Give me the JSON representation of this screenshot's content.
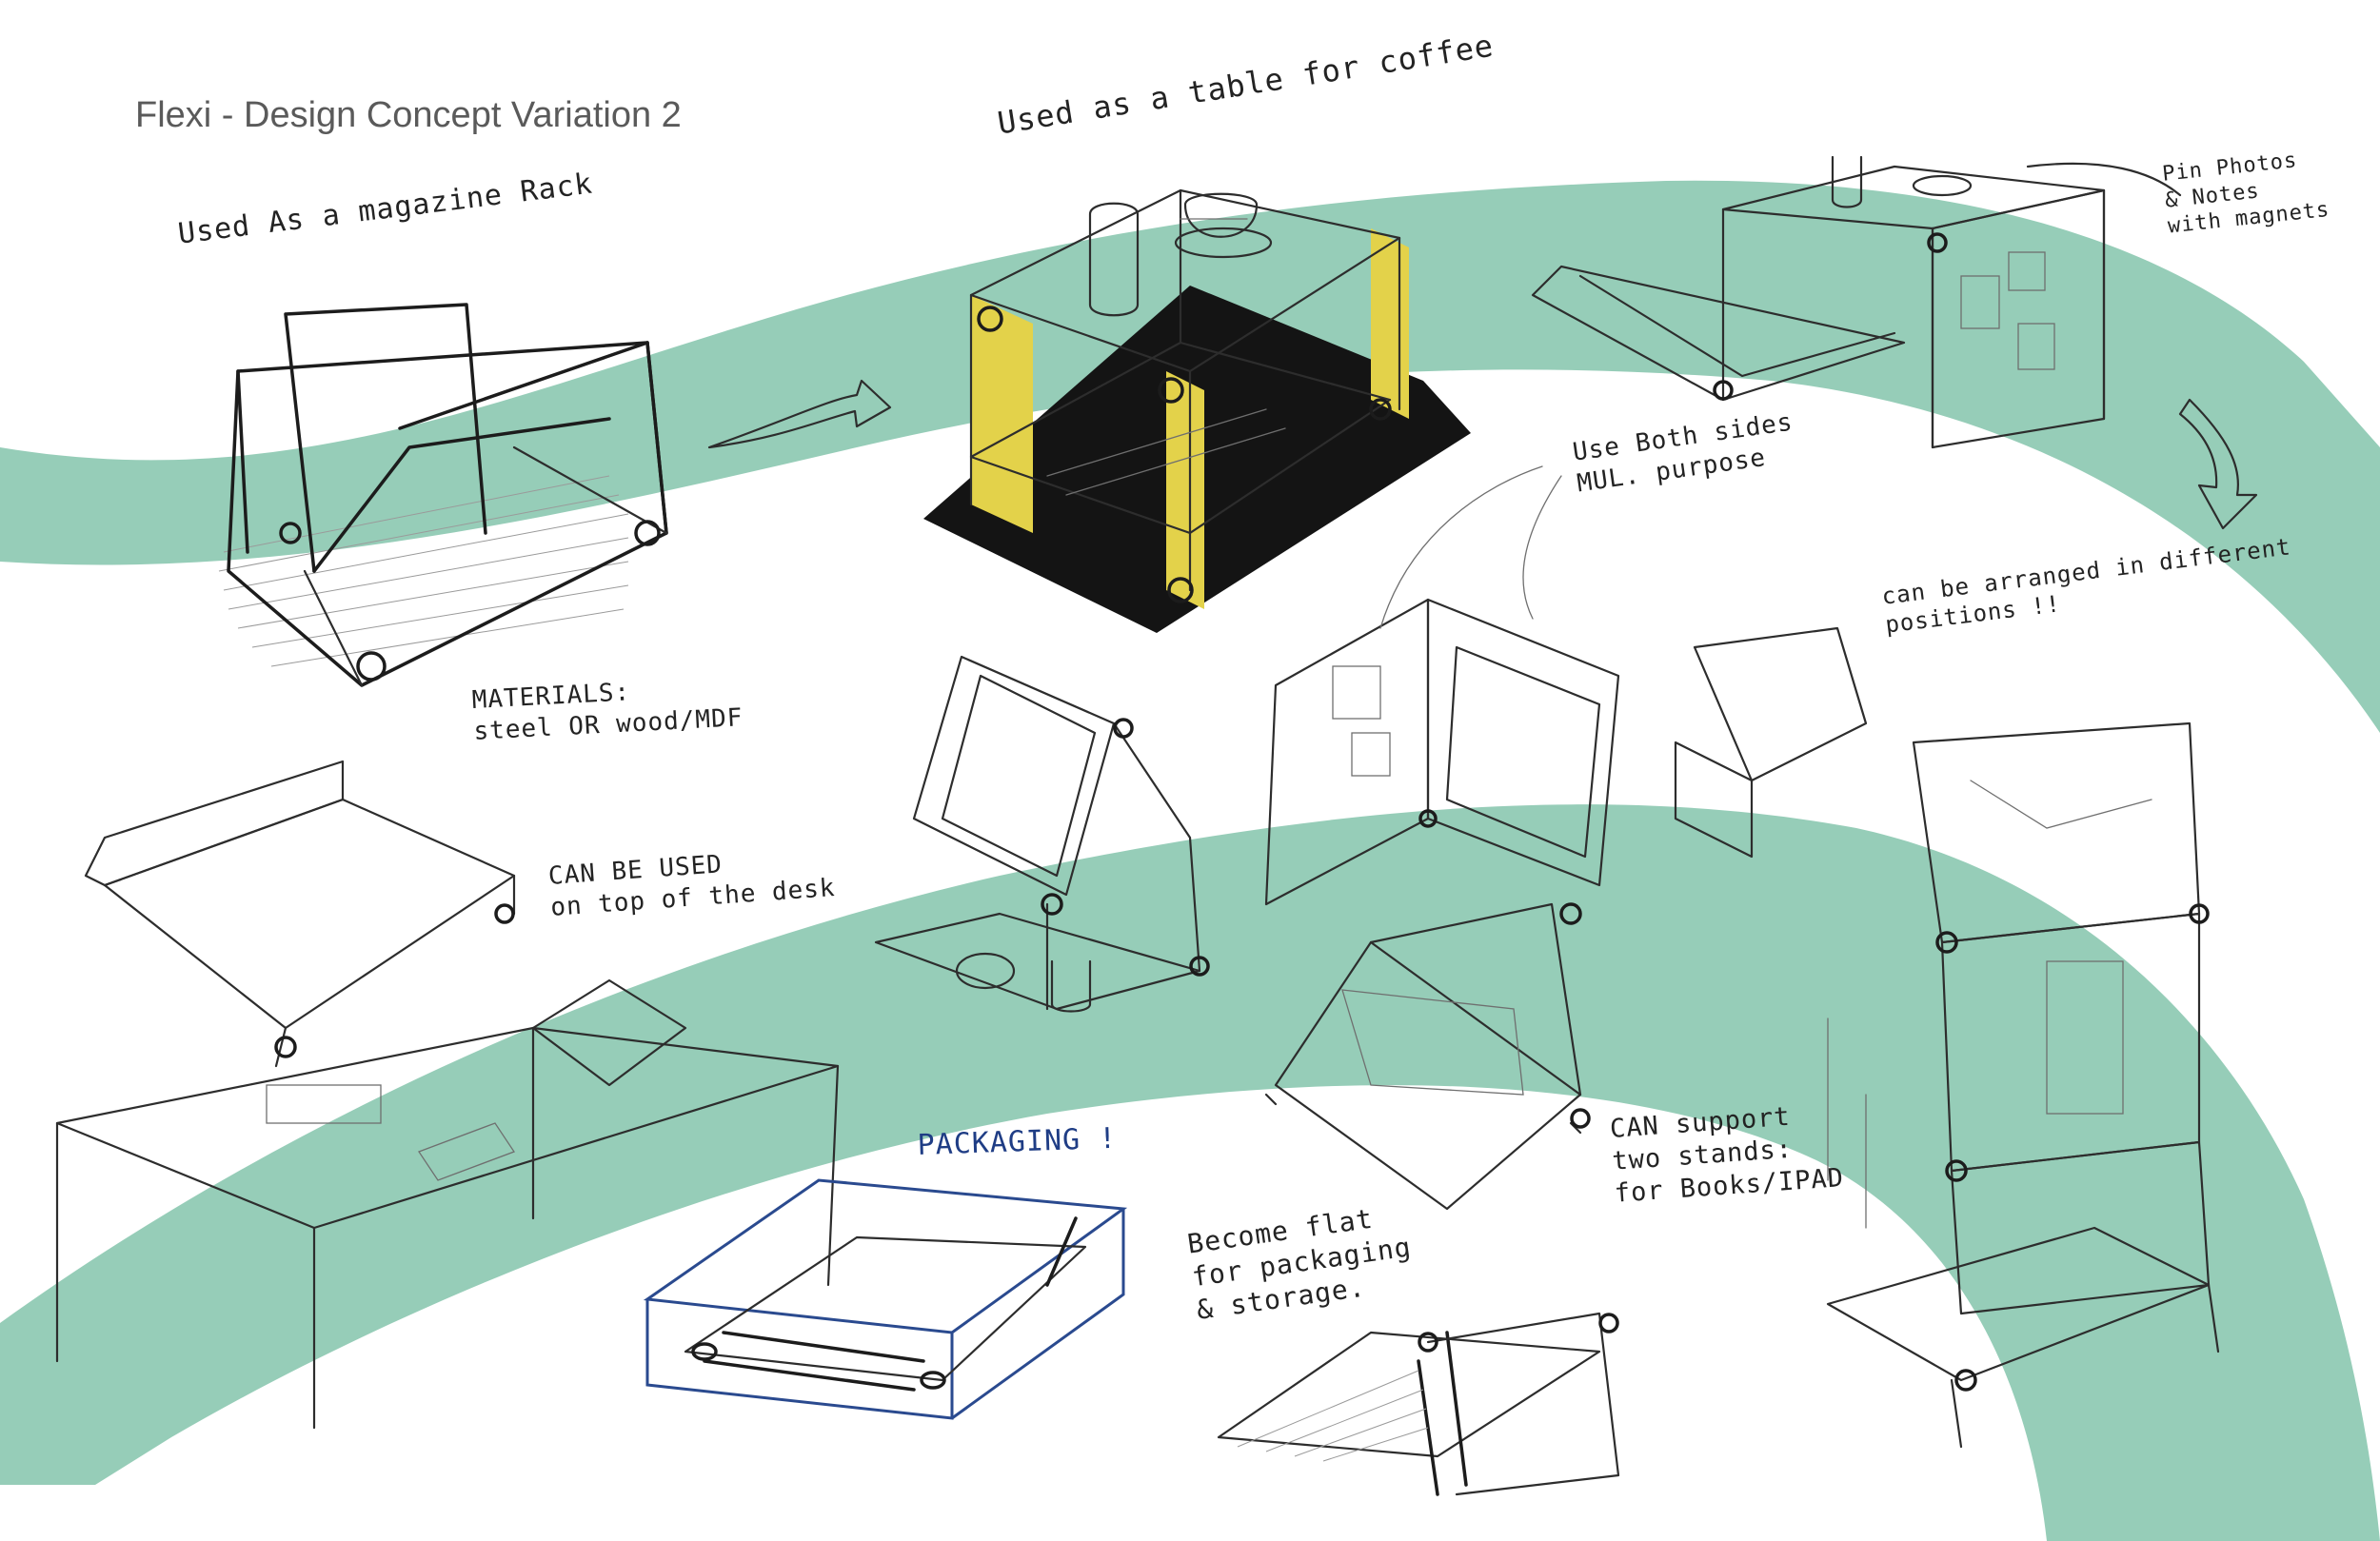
{
  "title": "Flexi - Design Concept Variation 2",
  "colors": {
    "band": "#96cdb8",
    "accent_yellow": "#e3d24a",
    "ink": "#232323",
    "blue_ink": "#1f3d85"
  },
  "notes": {
    "magazine_rack": "Used As a magazine Rack",
    "coffee_table": "Used as a table for coffee",
    "pin_photos": "Pin Photos\n& Notes\nwith magnets",
    "both_sides": "Use Both sides\nMUL. purpose",
    "positions": "can be arranged in different\npositions !!",
    "materials": "MATERIALS:\nsteel OR wood/MDF",
    "desk": "CAN BE USED\non top of the desk",
    "packaging": "PACKAGING !",
    "flat": "Become flat\nfor packaging\n& storage.",
    "stands": "CAN support\ntwo stands:\nfor Books/IPAD"
  }
}
